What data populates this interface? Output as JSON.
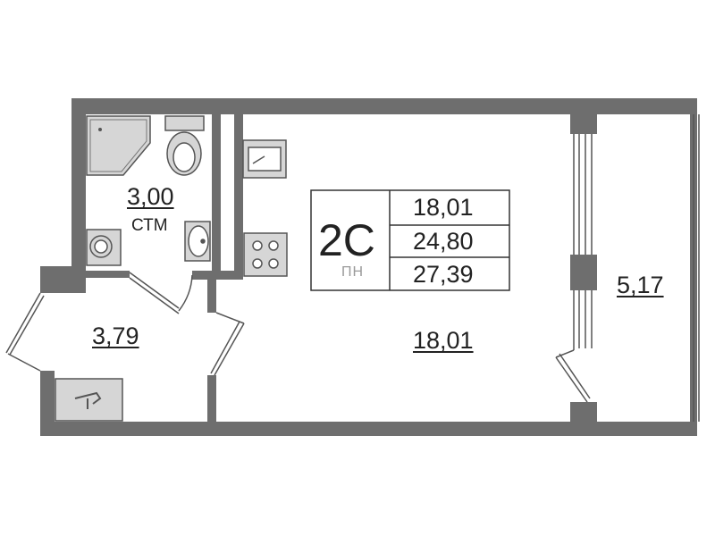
{
  "apartment": {
    "type_code": "2С",
    "watermark": "ПН",
    "areas_table": [
      "18,01",
      "24,80",
      "27,39"
    ]
  },
  "rooms": {
    "bathroom": {
      "area": "3,00",
      "note": "СТМ"
    },
    "hallway": {
      "area": "3,79"
    },
    "living": {
      "area": "18,01"
    },
    "balcony": {
      "area": "5,17"
    }
  },
  "colors": {
    "wall": "#6e6e6e",
    "fixture_fill": "#d6d6d6",
    "fixture_stroke": "#555555",
    "text": "#222222"
  }
}
